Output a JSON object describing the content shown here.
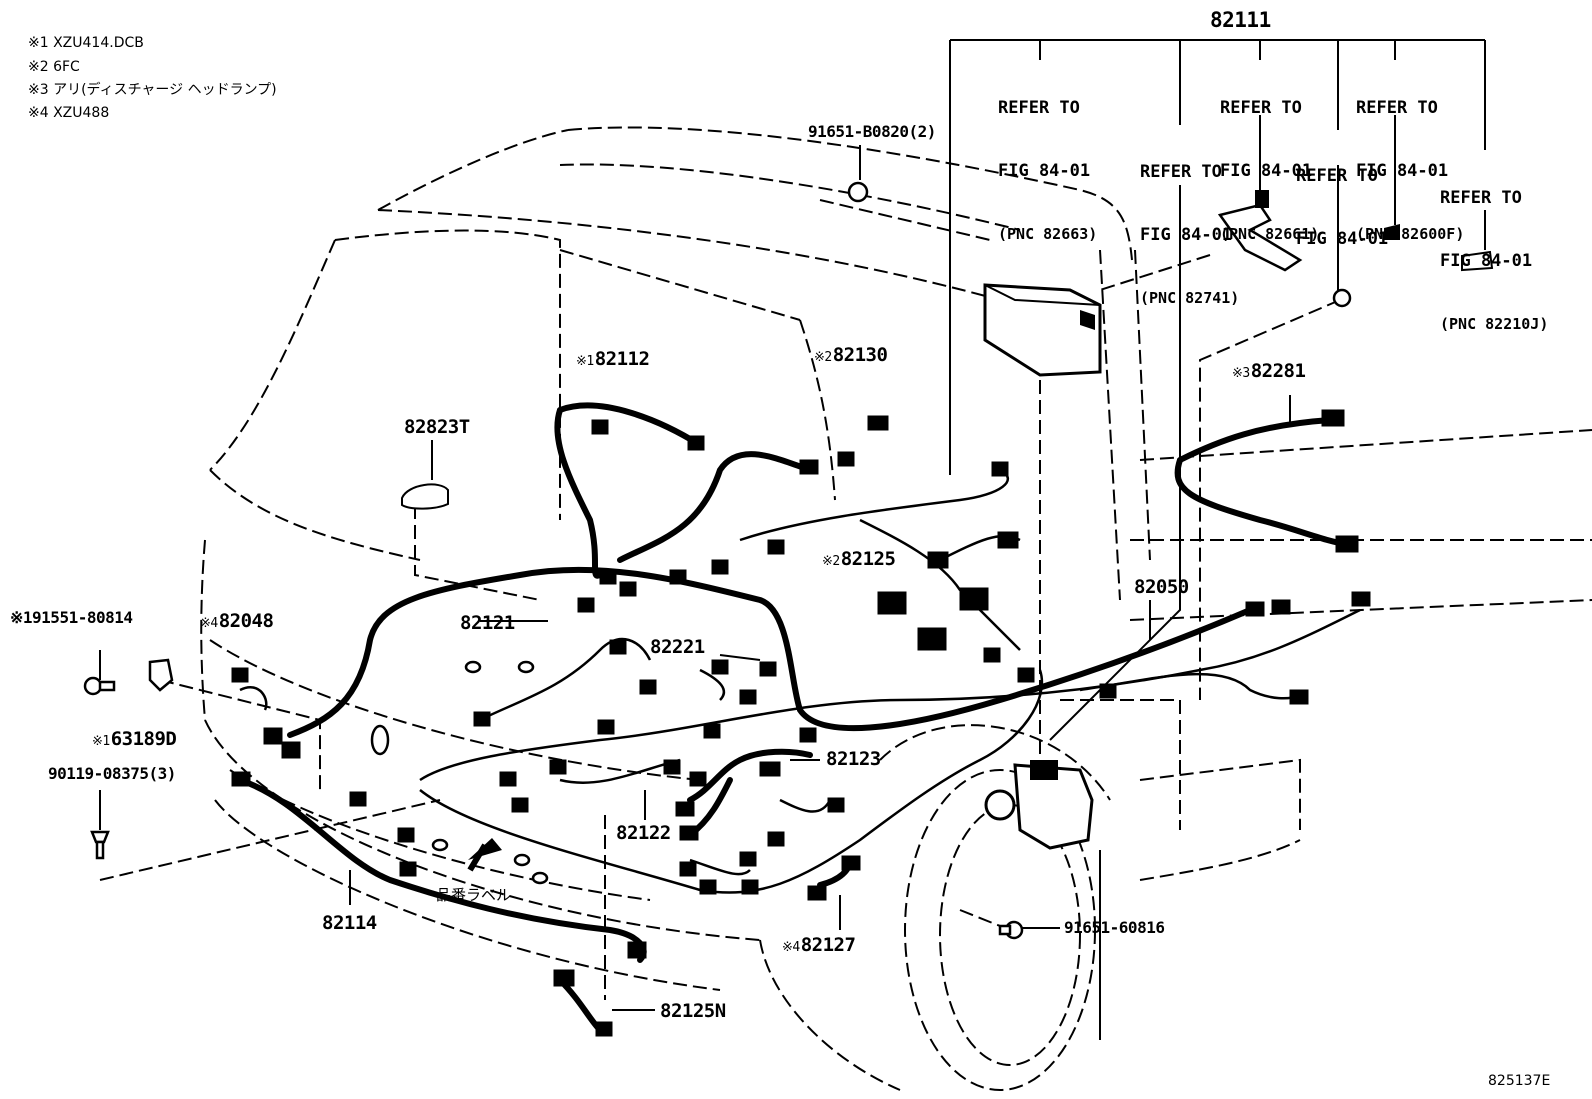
{
  "notes": [
    "※1 XZU414.DCB",
    "※2 6FC",
    "※3 アリ(ディスチャージ ヘッドランプ)",
    "※4 XZU488"
  ],
  "top_part": "82111",
  "refs": [
    {
      "l1": "REFER TO",
      "l2": "FIG 84-01",
      "pnc": "(PNC 82663)"
    },
    {
      "l1": "REFER TO",
      "l2": "FIG 84-01",
      "pnc": "(PNC 82741)"
    },
    {
      "l1": "REFER TO",
      "l2": "FIG 84-01",
      "pnc": "(PNC 82661)"
    },
    {
      "l1": "REFER TO",
      "l2": "FIG 84-01",
      "pnc": ""
    },
    {
      "l1": "REFER TO",
      "l2": "FIG 84-01",
      "pnc": "(PNC 82600F)"
    },
    {
      "l1": "REFER TO",
      "l2": "FIG 84-01",
      "pnc": "(PNC 82210J)"
    }
  ],
  "parts": {
    "p91651_b0820": "91651-B0820(2)",
    "p82112_mark": "※1",
    "p82112": "82112",
    "p82130_mark": "※2",
    "p82130": "82130",
    "p82823t": "82823T",
    "p82281_mark": "※3",
    "p82281": "82281",
    "p82125_mark": "※2",
    "p82125": "82125",
    "p82121": "82121",
    "p82221": "82221",
    "p82050": "82050",
    "p191551": "※191551-80814",
    "p82048_mark": "※4",
    "p82048": "82048",
    "p63189d_mark": "※1",
    "p63189d": "63189D",
    "p90119": "90119-08375(3)",
    "p82123": "82123",
    "p82122": "82122",
    "p82114": "82114",
    "label_hinban": "品番ラベル",
    "p82127_mark": "※4",
    "p82127": "82127",
    "p82125n": "82125N",
    "p91651_60816": "91651-60816",
    "figure_id": "825137E"
  }
}
